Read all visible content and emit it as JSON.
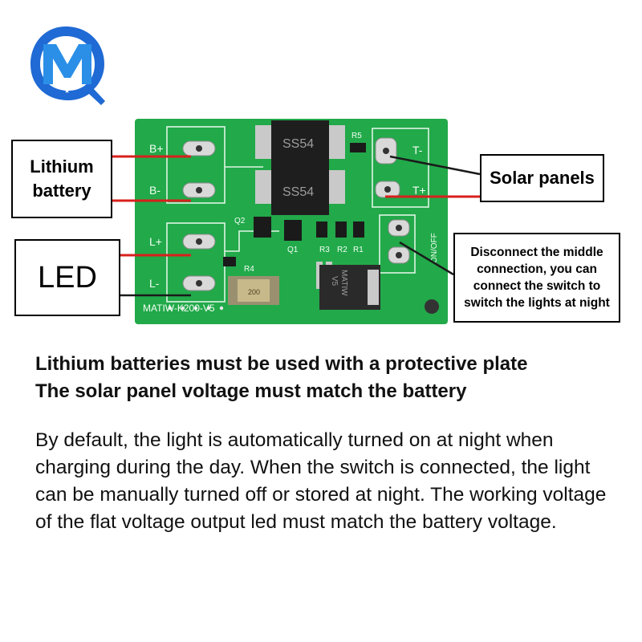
{
  "logo": {
    "name": "mq-logo-icon",
    "colors": [
      "#1f6ad4",
      "#2b8fe8",
      "#0d3f9a"
    ]
  },
  "callouts": {
    "lithium_battery": "Lithium battery",
    "led": "LED",
    "solar_panels": "Solar panels",
    "switch_note": "Disconnect the middle connection, you can connect the switch to switch the lights at night"
  },
  "board": {
    "color": "#22a94a",
    "pad_labels": {
      "b_plus": "B+",
      "b_minus": "B-",
      "l_plus": "L+",
      "l_minus": "L-",
      "t_minus": "T-",
      "t_plus": "T+",
      "on_off": "ON/OFF"
    },
    "component_labels": {
      "diode_1": "SS54",
      "diode_2": "SS54",
      "r5": "R5",
      "q2": "Q2",
      "q1": "Q1",
      "r3": "R3",
      "r2": "R2",
      "r1": "R1",
      "r4": "R4",
      "inductor": "200",
      "mosfet_line1": "MATIW",
      "mosfet_line2": "V5",
      "board_id": "MATIW-K200-V5"
    }
  },
  "notes": {
    "line1": "Lithium batteries must be used with a protective plate",
    "line2": "The solar panel voltage must match the battery"
  },
  "description": "By default, the light is automatically turned on at night when charging during the day. When the switch is connected, the light can be manually turned off or stored at night. The working voltage of the flat voltage output led must match the battery voltage."
}
